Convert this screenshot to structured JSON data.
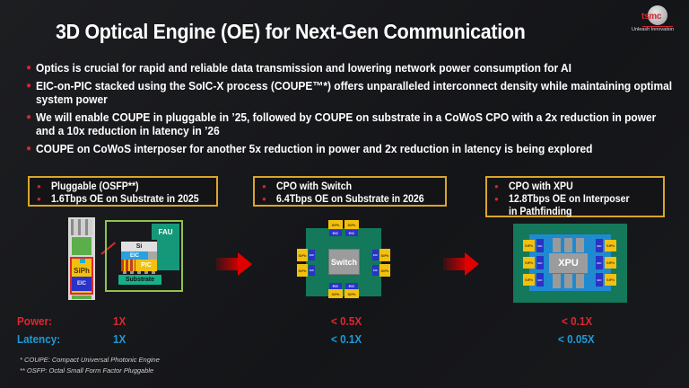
{
  "title": "3D Optical Engine (OE) for Next-Gen Communication",
  "logo": {
    "word": "tsmc",
    "tagline": "Unleash Innovation"
  },
  "bullets": [
    "Optics is crucial for rapid and reliable data transmission and lowering network power consumption for AI",
    "EIC-on-PIC stacked using the SoIC-X process (COUPE™*) offers unparalleled interconnect density while maintaining optimal system power",
    "We will enable COUPE in pluggable in ’25, followed by COUPE on substrate in a CoWoS CPO with a 2x reduction in power and a 10x reduction in latency in ’26",
    "COUPE on CoWoS interposer for another 5x reduction in power and 2x reduction in latency is being explored"
  ],
  "cards": [
    {
      "lines": [
        "Pluggable (OSFP**)",
        "1.6Tbps OE on Substrate in 2025"
      ]
    },
    {
      "lines": [
        "CPO with Switch",
        "6.4Tbps OE on Substrate in 2026"
      ]
    },
    {
      "lines": [
        "CPO with XPU",
        "12.8Tbps OE on Interposer",
        "in Pathfinding"
      ]
    }
  ],
  "diagrams": {
    "pluggable": {
      "labels": {
        "fau": "FAU",
        "si": "Si",
        "eic": "EIC",
        "pic": "PIC",
        "substrate": "Substrate",
        "siph": "SiPh",
        "eic_module": "EIC"
      }
    },
    "switch": {
      "center": "Switch",
      "siph": "SiPh",
      "eic": "EIC"
    },
    "xpu": {
      "center": "XPU",
      "siph": "SiPh",
      "eic": "EIC"
    }
  },
  "metrics": {
    "power_label": "Power:",
    "latency_label": "Latency:",
    "power": [
      "1X",
      "< 0.5X",
      "< 0.1X"
    ],
    "latency": [
      "1X",
      "< 0.1X",
      "< 0.05X"
    ]
  },
  "footnotes": [
    "*  COUPE: Compact Universal Photonic Engine",
    "** OSFP: Octal Small Form Factor Pluggable"
  ],
  "colors": {
    "accent_red": "#e0262f",
    "accent_blue": "#1e9ad6",
    "card_border": "#d9a62a",
    "board_green": "#14785a"
  }
}
